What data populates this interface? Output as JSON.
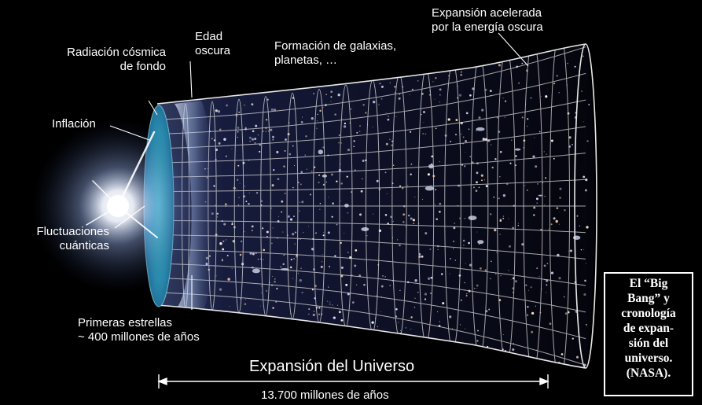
{
  "labels": {
    "cmb": "Radiación cósmica\nde fondo",
    "dark_age": "Edad\noscura",
    "galaxies": "Formación de galaxias,\nplanetas, …",
    "accelerated": "Expansión acelerada\npor la energía oscura",
    "inflation": "Inflación",
    "fluctuations": "Fluctuaciones\ncuánticas",
    "first_stars": "Primeras estrellas\n~ 400 millones de años",
    "expansion": "Expansión del Universo",
    "timespan": "13.700 millones de años"
  },
  "caption": "El “Big\nBang” y\ncronología\nde expan-\nsión del\nuniverso.\n(NASA).",
  "colors": {
    "background": "#000000",
    "text": "#ffffff",
    "cmb": "#2fa8b8",
    "grid": "#dcdcdc"
  }
}
